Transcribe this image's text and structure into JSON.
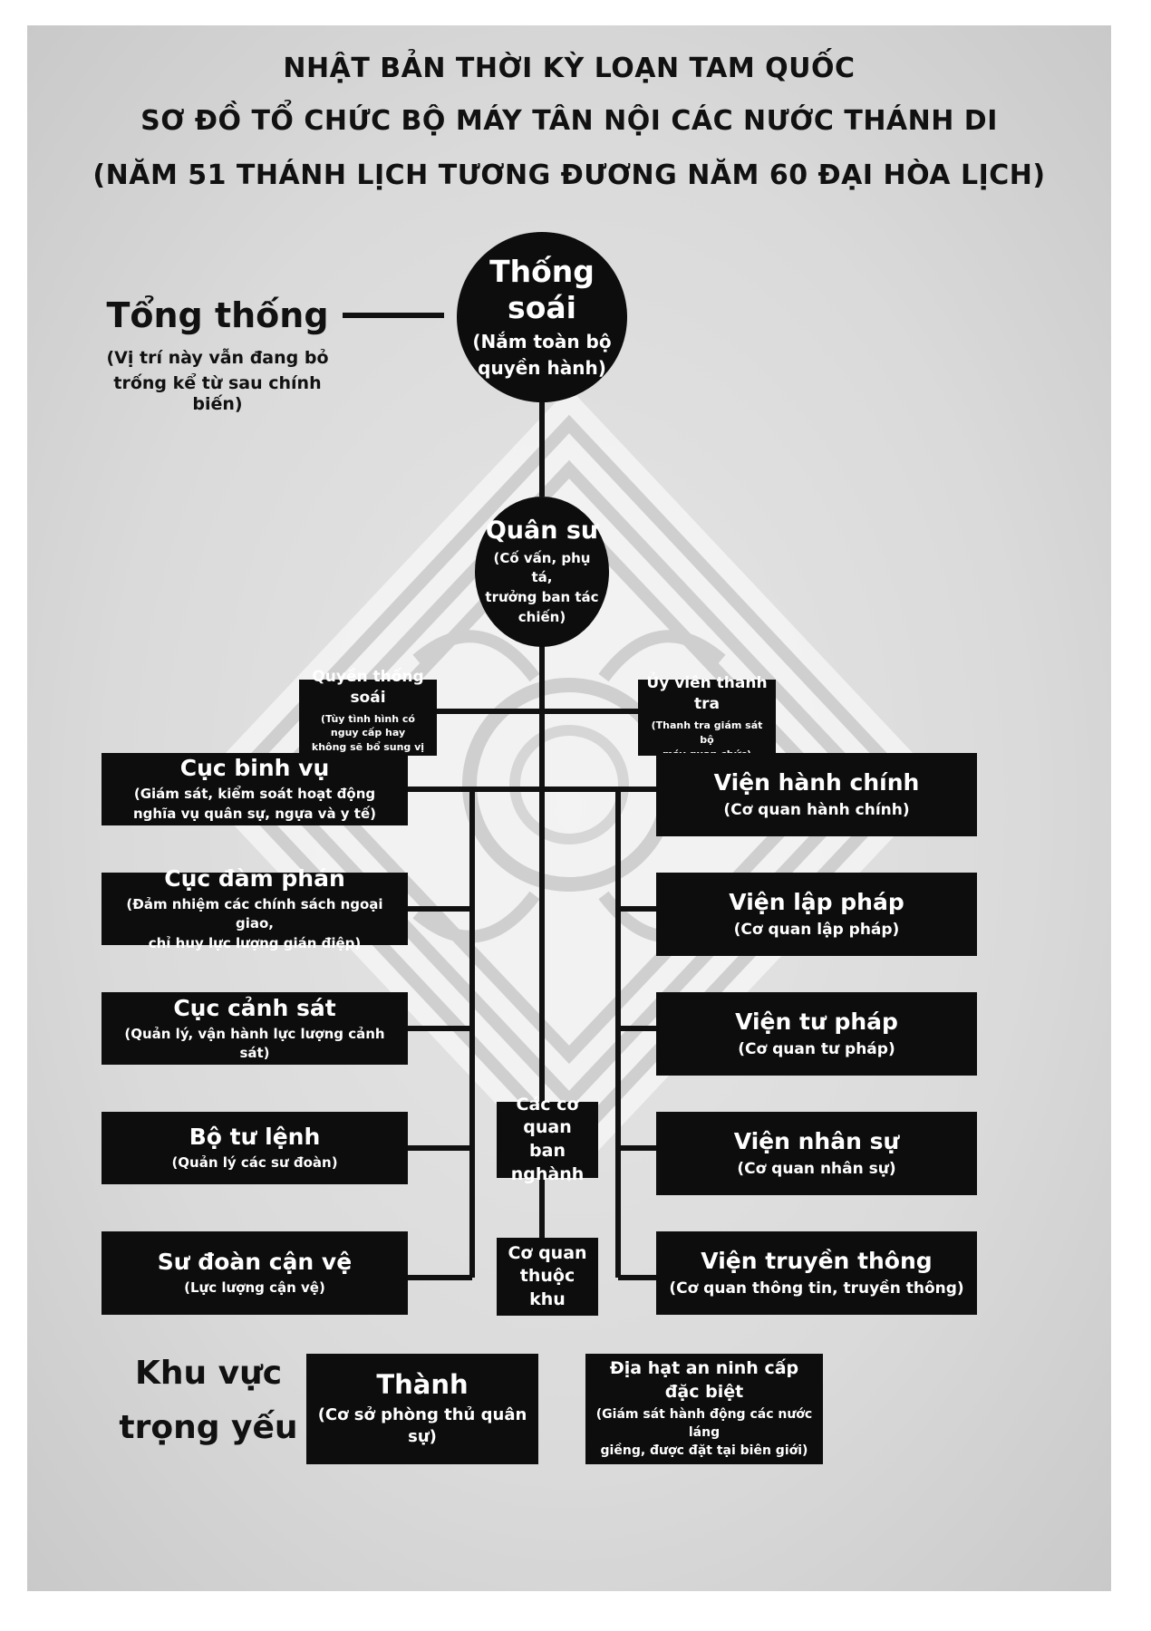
{
  "title": {
    "line1": "NHẬT BẢN THỜI KỲ LOẠN TAM QUỐC",
    "line2": "SƠ ĐỒ TỔ CHỨC BỘ MÁY TÂN NỘI CÁC NƯỚC THÁNH DI",
    "line3": "(NĂM 51 THÁNH LỊCH TƯƠNG ĐƯƠNG NĂM 60 ĐẠI HÒA LỊCH)"
  },
  "president": {
    "name": "Tổng thống",
    "note_line1": "(Vị trí này vẫn đang bỏ",
    "note_line2": "trống kể từ sau chính biến)"
  },
  "commander": {
    "name": "Thống soái",
    "desc_line1": "(Nắm toàn bộ",
    "desc_line2": "quyền hành)"
  },
  "strategist": {
    "name": "Quân sư",
    "desc_line1": "(Cố vấn, phụ tá,",
    "desc_line2": "trưởng ban tác",
    "desc_line3": "chiến)"
  },
  "acting_commander": {
    "name": "Quyền thống soái",
    "desc_line1": "(Tùy tình hình có nguy cấp hay",
    "desc_line2": "không sẽ bổ sung vị trí này)"
  },
  "inspector": {
    "name": "Ủy viên thanh tra",
    "desc_line1": "(Thanh tra giám sát bộ",
    "desc_line2": "máy quan chức)"
  },
  "left_column": [
    {
      "name": "Cục binh vụ",
      "desc_line1": "(Giám sát, kiểm soát hoạt động",
      "desc_line2": "nghĩa vụ quân sự, ngựa và y tế)"
    },
    {
      "name": "Cục đàm phán",
      "desc_line1": "(Đảm nhiệm các chính sách ngoại giao,",
      "desc_line2": "chỉ huy lực lượng gián điệp)"
    },
    {
      "name": "Cục cảnh sát",
      "desc_line1": "(Quản lý, vận hành lực lượng cảnh sát)",
      "desc_line2": ""
    },
    {
      "name": "Bộ tư lệnh",
      "desc_line1": "(Quản lý các sư đoàn)",
      "desc_line2": ""
    },
    {
      "name": "Sư đoàn cận vệ",
      "desc_line1": "(Lực lượng cận vệ)",
      "desc_line2": ""
    }
  ],
  "right_column": [
    {
      "name": "Viện hành chính",
      "desc": "(Cơ quan hành chính)"
    },
    {
      "name": "Viện lập pháp",
      "desc": "(Cơ quan lập pháp)"
    },
    {
      "name": "Viện tư pháp",
      "desc": "(Cơ quan tư pháp)"
    },
    {
      "name": "Viện nhân sự",
      "desc": "(Cơ quan nhân sự)"
    },
    {
      "name": "Viện truyền thông",
      "desc": "(Cơ quan thông tin, truyền thông)"
    }
  ],
  "center_boxes": [
    {
      "line1": "Các cơ quan",
      "line2": "ban nghành"
    },
    {
      "line1": "Cơ quan",
      "line2": "thuộc khu"
    }
  ],
  "key_region": {
    "label_line1": "Khu vực",
    "label_line2": "trọng yếu",
    "citadel": {
      "name": "Thành",
      "desc": "(Cơ sở phòng thủ quân sự)"
    },
    "special_zone": {
      "name": "Địa hạt an ninh cấp đặc biệt",
      "desc_line1": "(Giám sát hành động các nước láng",
      "desc_line2": "giềng, được đặt tại biên giới)"
    }
  },
  "colors": {
    "box": "#0d0d0d",
    "paper": "#dcdcdc",
    "emblem": "#f4f4f4",
    "text": "#111111"
  }
}
